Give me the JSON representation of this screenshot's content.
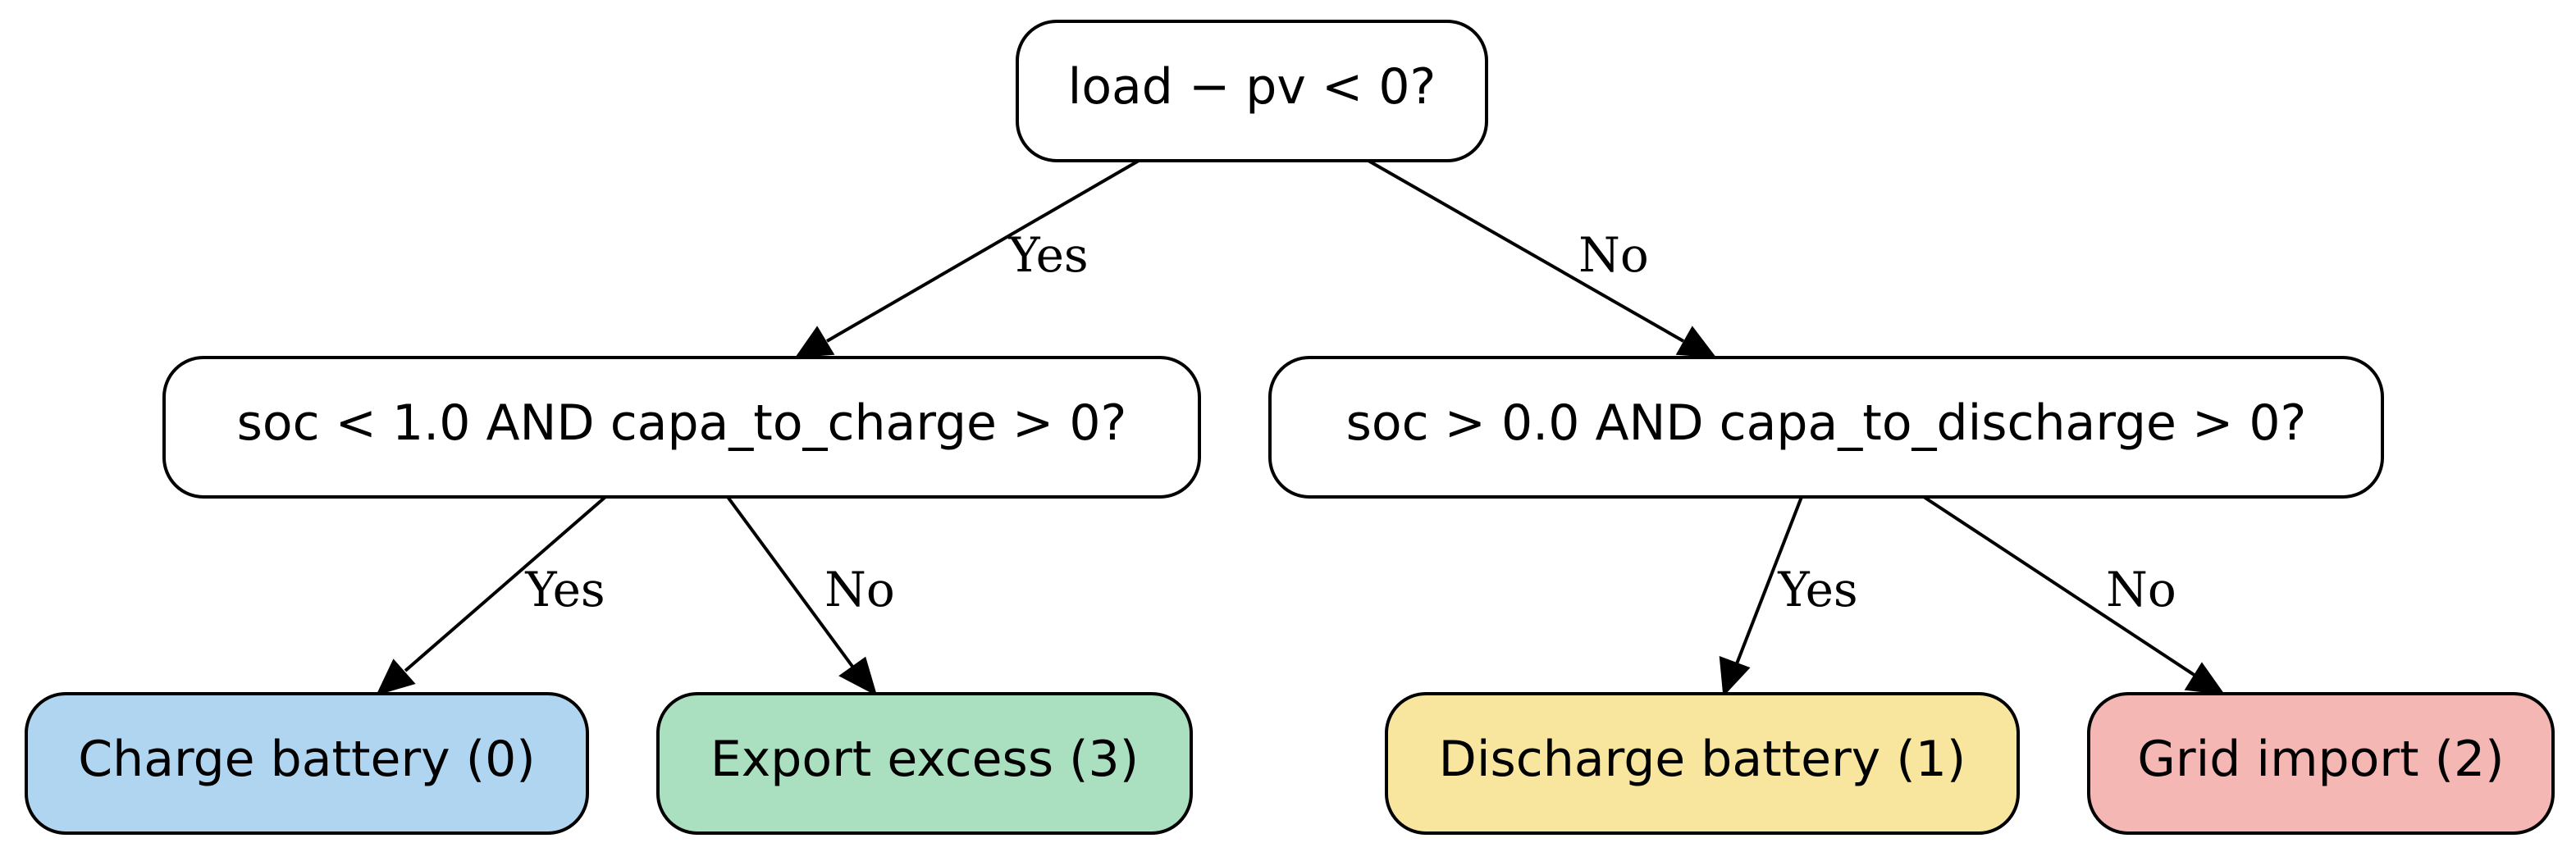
{
  "diagram": {
    "type": "decision-tree",
    "nodes": {
      "root": {
        "label": "load − pv < 0?",
        "kind": "decision",
        "fill": "#ffffff"
      },
      "left_question": {
        "label": "soc < 1.0 AND capa_to_charge > 0?",
        "kind": "decision",
        "fill": "#ffffff"
      },
      "right_question": {
        "label": "soc > 0.0 AND capa_to_discharge > 0?",
        "kind": "decision",
        "fill": "#ffffff"
      },
      "charge": {
        "label": "Charge battery (0)",
        "kind": "action",
        "fill": "#b0d5f0"
      },
      "export": {
        "label": "Export excess (3)",
        "kind": "action",
        "fill": "#aae0bf"
      },
      "discharge": {
        "label": "Discharge battery (1)",
        "kind": "action",
        "fill": "#f8e69f"
      },
      "grid": {
        "label": "Grid import (2)",
        "kind": "action",
        "fill": "#f5b7b3"
      }
    },
    "edges": {
      "root_left": {
        "from": "root",
        "to": "left_question",
        "label": "Yes"
      },
      "root_right": {
        "from": "root",
        "to": "right_question",
        "label": "No"
      },
      "left_charge": {
        "from": "left_question",
        "to": "charge",
        "label": "Yes"
      },
      "left_export": {
        "from": "left_question",
        "to": "export",
        "label": "No"
      },
      "right_discharge": {
        "from": "right_question",
        "to": "discharge",
        "label": "Yes"
      },
      "right_grid": {
        "from": "right_question",
        "to": "grid",
        "label": "No"
      }
    }
  }
}
